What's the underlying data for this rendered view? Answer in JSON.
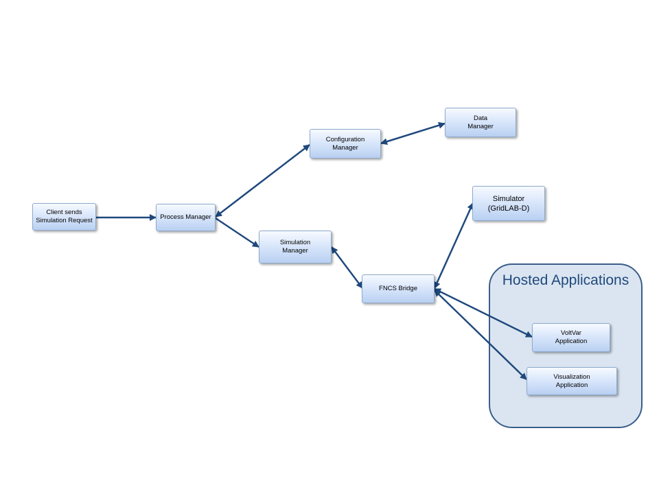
{
  "hosted_group": {
    "title": "Hosted\nApplications"
  },
  "nodes": {
    "client": "Client sends\nSimulation Request",
    "process_manager": "Process Manager",
    "configuration_manager": "Configuration\nManager",
    "data_manager": "Data\nManager",
    "simulation_manager": "Simulation\nManager",
    "simulator": "Simulator\n(GridLAB-D)",
    "fncs_bridge": "FNCS Bridge",
    "voltvar": "VoltVar\nApplication",
    "visualization": "Visualization\nApplication"
  },
  "colors": {
    "arrow": "#1f497d",
    "node_fill": "#c6d9f1",
    "group_fill": "#dbe5f1",
    "group_border": "#385d8a"
  }
}
